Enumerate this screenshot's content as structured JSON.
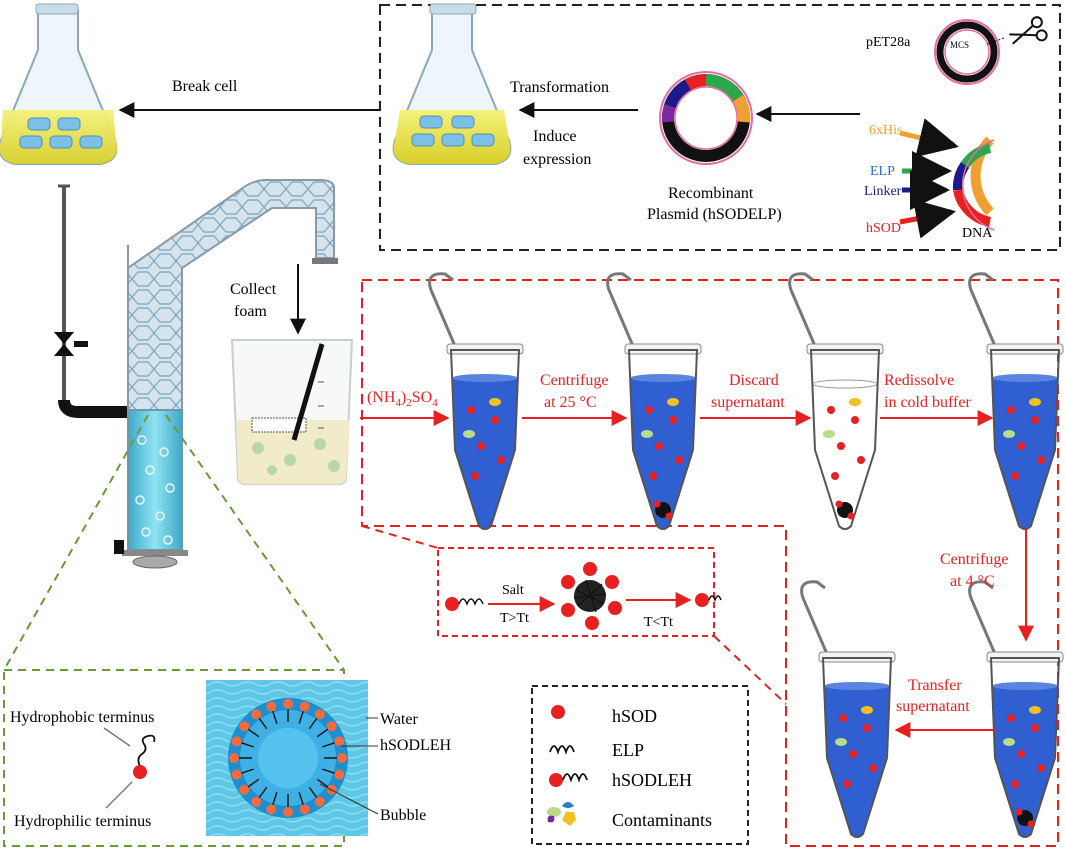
{
  "top_panel": {
    "break_cell": "Break cell",
    "transformation": "Transformation",
    "induce": "Induce",
    "expression": "expression",
    "recombinant_1": "Recombinant",
    "recombinant_2": "Plasmid (hSODELP)",
    "vector": "pET28a",
    "mcs": "MCS",
    "his": "6xHis",
    "elp": "ELP",
    "linker": "Linker",
    "hsod": "hSOD",
    "dna": "DNA"
  },
  "foam": {
    "collect_1": "Collect",
    "collect_2": "foam"
  },
  "purification": {
    "salt_prefix": "(NH",
    "salt_sub1": "4",
    "salt_mid": ")",
    "salt_sub2": "2",
    "salt_suffix": "SO",
    "salt_sub3": "4",
    "step1_a": "Centrifuge",
    "step1_b": "at  25 °C",
    "step2_a": "Discard",
    "step2_b": "supernatant",
    "step3_a": "Redissolve",
    "step3_b": "in cold buffer",
    "step4_a": "Centrifuge",
    "step4_b": "at 4 °C",
    "step5_a": "Transfer",
    "step5_b": "supernatant"
  },
  "transition": {
    "salt": "Salt",
    "t_above": "T>Tt",
    "t_below": "T<Tt"
  },
  "bubble_inset": {
    "hydrophobic": "Hydrophobic terminus",
    "hydrophilic": "Hydrophilic   terminus",
    "water": "Water",
    "hsodleh": "hSODLEH",
    "bubble": "Bubble"
  },
  "legend": {
    "hsod": "hSOD",
    "elp": "ELP",
    "hsodleh": "hSODLEH",
    "contaminants": "Contaminants"
  },
  "colors": {
    "red": "#e8201f",
    "dark_dash": "#222222",
    "green_dash": "#6a9a3a",
    "tube_blue": "#2f5fd0",
    "column_blue": "#5fc6df",
    "his_orange": "#f0a030",
    "elp_green": "#2aa84a",
    "linker_navy": "#1a1a8a"
  }
}
